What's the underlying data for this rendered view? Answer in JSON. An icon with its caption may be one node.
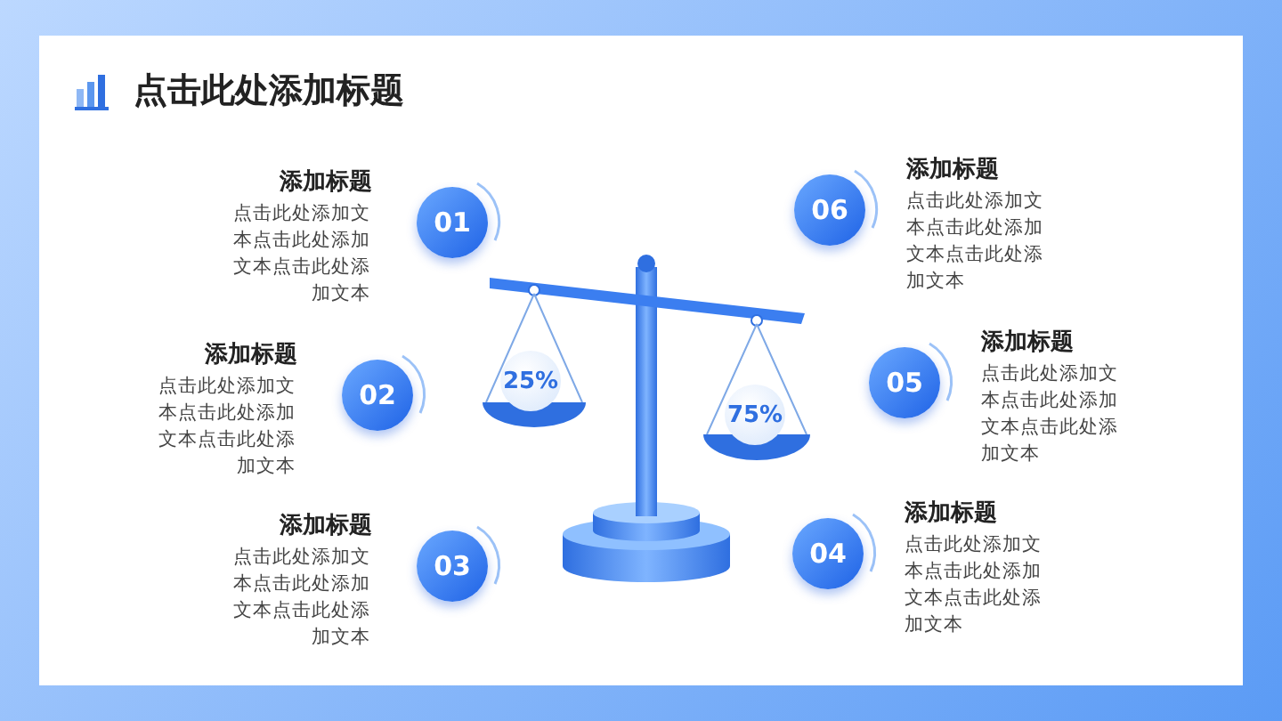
{
  "diagram": {
    "title": "点击此处添加标题",
    "nodes": [
      {
        "text": [
          "01"
        ],
        "beside": [
          "添加标题",
          "点击此处添加文本点击此处添加文本点击此处添加文本"
        ]
      },
      {
        "text": [
          "02"
        ],
        "beside": [
          "添加标题",
          "点击此处添加文本点击此处添加文本点击此处添加文本"
        ]
      },
      {
        "text": [
          "03"
        ],
        "beside": [
          "添加标题",
          "点击此处添加文本点击此处添加文本点击此处添加文本"
        ]
      },
      {
        "text": [
          "06"
        ],
        "beside": [
          "添加标题",
          "点击此处添加文本点击此处添加文本点击此处添加文本"
        ]
      },
      {
        "text": [
          "05"
        ],
        "beside": [
          "添加标题",
          "点击此处添加文本点击此处添加文本点击此处添加文本"
        ]
      },
      {
        "text": [
          "04"
        ],
        "beside": [
          "添加标题",
          "点击此处添加文本点击此处添加文本点击此处添加文本"
        ]
      },
      {
        "text": [
          "25%"
        ]
      },
      {
        "text": [
          "75%"
        ]
      }
    ],
    "edges": []
  }
}
